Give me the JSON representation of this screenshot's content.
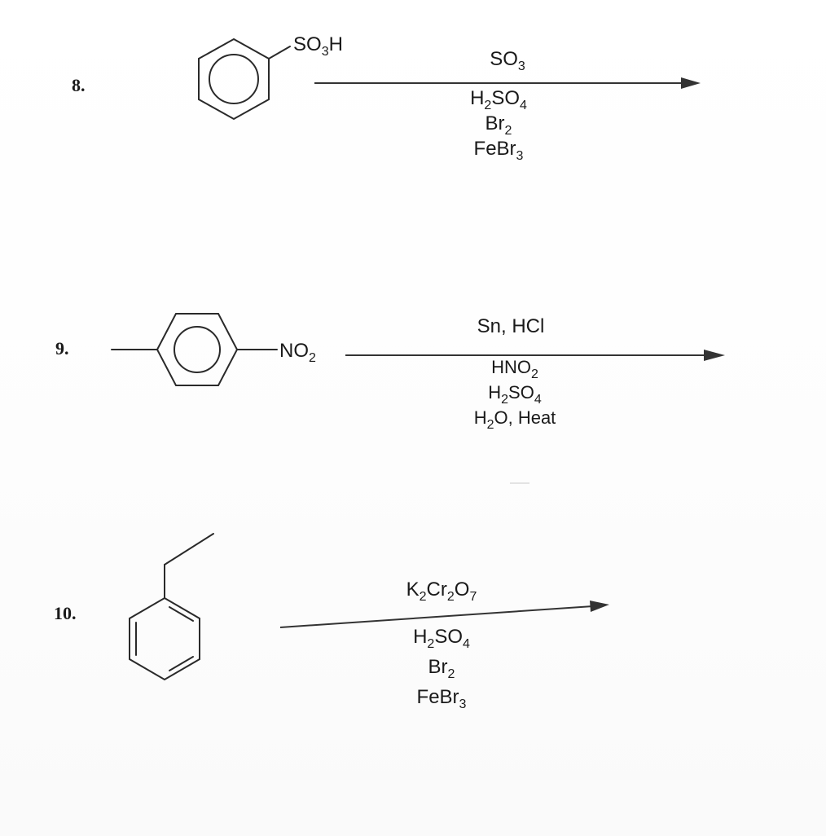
{
  "problems": [
    {
      "number": "8.",
      "substituent": {
        "main": "SO",
        "sub1": "3",
        "tail": "H"
      },
      "reagents_above": [
        {
          "parts": [
            {
              "t": "SO"
            },
            {
              "t": "3",
              "s": true
            }
          ]
        }
      ],
      "reagents_below": [
        {
          "parts": [
            {
              "t": "H"
            },
            {
              "t": "2",
              "s": true
            },
            {
              "t": "SO"
            },
            {
              "t": "4",
              "s": true
            }
          ]
        },
        {
          "parts": [
            {
              "t": "Br"
            },
            {
              "t": "2",
              "s": true
            }
          ]
        },
        {
          "parts": [
            {
              "t": "FeBr"
            },
            {
              "t": "3",
              "s": true
            }
          ]
        }
      ]
    },
    {
      "number": "9.",
      "substituent": {
        "main": "NO",
        "sub1": "2",
        "tail": ""
      },
      "reagents_above": [
        {
          "parts": [
            {
              "t": "Sn, HCl"
            }
          ]
        }
      ],
      "reagents_below": [
        {
          "parts": [
            {
              "t": "HNO"
            },
            {
              "t": "2",
              "s": true
            }
          ]
        },
        {
          "parts": [
            {
              "t": "H"
            },
            {
              "t": "2",
              "s": true
            },
            {
              "t": "SO"
            },
            {
              "t": "4",
              "s": true
            }
          ]
        },
        {
          "parts": [
            {
              "t": "H"
            },
            {
              "t": "2",
              "s": true
            },
            {
              "t": "O, Heat"
            }
          ]
        }
      ]
    },
    {
      "number": "10.",
      "reagents_above": [
        {
          "parts": [
            {
              "t": "K"
            },
            {
              "t": "2",
              "s": true
            },
            {
              "t": "Cr"
            },
            {
              "t": "2",
              "s": true
            },
            {
              "t": "O"
            },
            {
              "t": "7",
              "s": true
            }
          ]
        }
      ],
      "reagents_below": [
        {
          "parts": [
            {
              "t": "H"
            },
            {
              "t": "2",
              "s": true
            },
            {
              "t": "SO"
            },
            {
              "t": "4",
              "s": true
            }
          ]
        },
        {
          "parts": [
            {
              "t": "Br"
            },
            {
              "t": "2",
              "s": true
            }
          ]
        },
        {
          "parts": [
            {
              "t": "FeBr"
            },
            {
              "t": "3",
              "s": true
            }
          ]
        }
      ]
    }
  ]
}
